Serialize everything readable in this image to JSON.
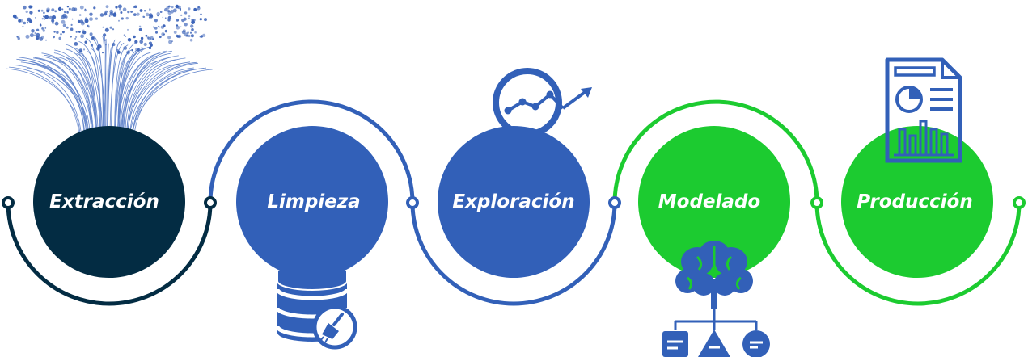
{
  "steps": [
    {
      "id": "extraccion",
      "label": "Extracción",
      "icon": "data-stream-icon",
      "circle_color": "#032c43",
      "path_color": "#032c43"
    },
    {
      "id": "limpieza",
      "label": "Limpieza",
      "icon": "database-clean-icon",
      "circle_color": "#3260b8",
      "path_color": "#3260b8"
    },
    {
      "id": "exploracion",
      "label": "Exploración",
      "icon": "magnifier-trend-icon",
      "circle_color": "#3260b8",
      "path_color": "#3260b8"
    },
    {
      "id": "modelado",
      "label": "Modelado",
      "icon": "brain-tree-icon",
      "circle_color": "#1ccb30",
      "path_color": "#1ccb30"
    },
    {
      "id": "produccion",
      "label": "Producción",
      "icon": "report-document-icon",
      "circle_color": "#1ccb30",
      "path_color": "#1ccb30"
    }
  ],
  "colors": {
    "dark": "#032c43",
    "blue": "#3260b8",
    "green": "#1ccb30",
    "text": "#ffffff"
  }
}
